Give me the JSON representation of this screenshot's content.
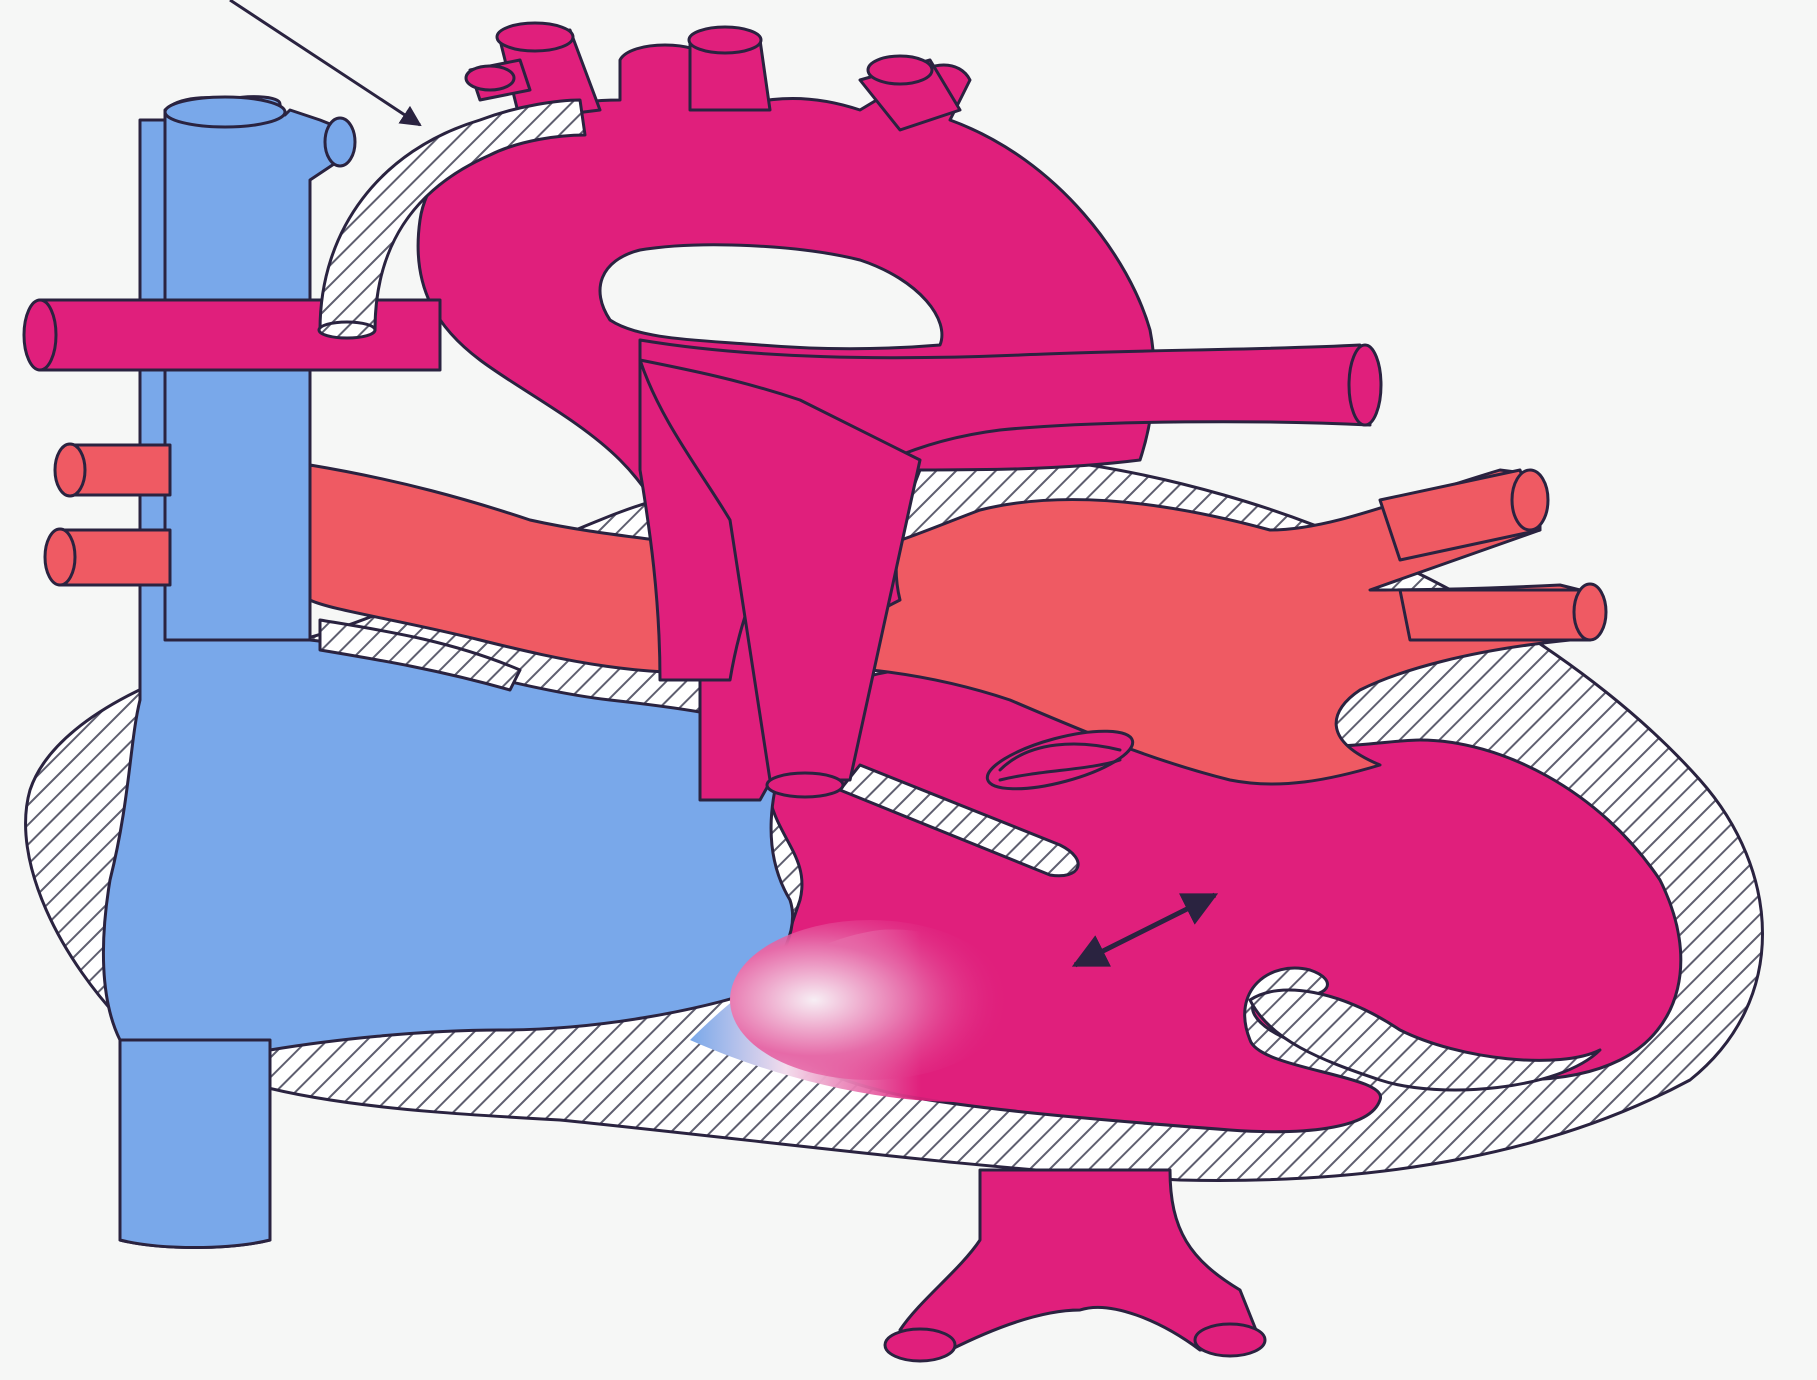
{
  "diagram": {
    "type": "heart-anatomy-schematic",
    "labels": [],
    "colors": {
      "background": "#f6f7f6",
      "oxygenated_magenta": "#e01f7c",
      "venous_blue": "#79a8ea",
      "pulmonary_red": "#ef5a63",
      "hatch_stripe": "#5f5f70",
      "hatch_bg": "#ffffff",
      "outline": "#2a2340"
    },
    "structures": [
      {
        "name": "superior-vena-cava",
        "color": "venous_blue"
      },
      {
        "name": "inferior-vena-cava",
        "color": "venous_blue"
      },
      {
        "name": "right-atrium-ventricle",
        "color": "venous_blue"
      },
      {
        "name": "aortic-arch",
        "color": "oxygenated_magenta"
      },
      {
        "name": "head-neck-vessels",
        "color": "oxygenated_magenta"
      },
      {
        "name": "left-ventricle",
        "color": "oxygenated_magenta"
      },
      {
        "name": "descending-aorta",
        "color": "oxygenated_magenta"
      },
      {
        "name": "pulmonary-veins",
        "color": "pulmonary_red"
      },
      {
        "name": "left-atrium",
        "color": "pulmonary_red"
      },
      {
        "name": "shunt-conduit",
        "pattern": "hatched"
      },
      {
        "name": "heart-wall",
        "pattern": "hatched"
      }
    ],
    "annotations": [
      {
        "name": "pointer-arrow",
        "target": "shunt-conduit"
      },
      {
        "name": "double-headed-arrow",
        "meaning": "bidirectional-flow"
      }
    ]
  }
}
